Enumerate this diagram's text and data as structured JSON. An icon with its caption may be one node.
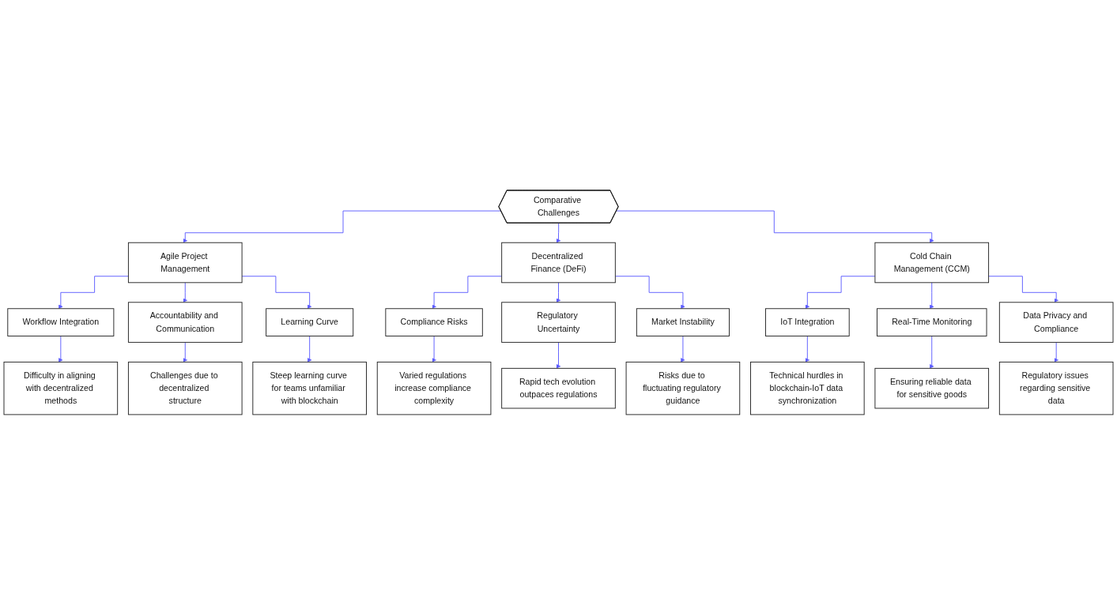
{
  "diagram": {
    "nodes": [
      {
        "text": [
          "Comparative Challenges"
        ]
      },
      {
        "text": [
          "Agile Project Management"
        ]
      },
      {
        "text": [
          "Decentralized Finance (DeFi)"
        ]
      },
      {
        "text": [
          "Cold Chain Management (CCM)"
        ]
      },
      {
        "text": [
          "Workflow Integration"
        ]
      },
      {
        "text": [
          "Difficulty in aligning with decentralized methods"
        ]
      },
      {
        "text": [
          "Accountability and Communication"
        ]
      },
      {
        "text": [
          "Challenges due to decentralized structure"
        ]
      },
      {
        "text": [
          "Learning Curve"
        ]
      },
      {
        "text": [
          "Steep learning curve for teams unfamiliar with blockchain"
        ]
      },
      {
        "text": [
          "Compliance Risks"
        ]
      },
      {
        "text": [
          "Varied regulations increase compliance complexity"
        ]
      },
      {
        "text": [
          "Regulatory Uncertainty"
        ]
      },
      {
        "text": [
          "Rapid tech evolution outpaces regulations"
        ]
      },
      {
        "text": [
          "Market Instability"
        ]
      },
      {
        "text": [
          "Risks due to fluctuating regulatory guidance"
        ]
      },
      {
        "text": [
          "IoT Integration"
        ]
      },
      {
        "text": [
          "Technical hurdles in blockchain-IoT data synchronization"
        ]
      },
      {
        "text": [
          "Real-Time Monitoring"
        ]
      },
      {
        "text": [
          "Ensuring reliable data for sensitive goods"
        ]
      },
      {
        "text": [
          "Data Privacy and Compliance"
        ]
      },
      {
        "text": [
          "Regulatory issues regarding sensitive data"
        ]
      }
    ],
    "edges": [
      {
        "from": 0,
        "to": 1,
        "arrow": "to"
      },
      {
        "from": 0,
        "to": 2,
        "arrow": "to"
      },
      {
        "from": 0,
        "to": 3,
        "arrow": "to"
      },
      {
        "from": 1,
        "to": 4,
        "arrow": "to"
      },
      {
        "from": 4,
        "to": 5,
        "arrow": "to"
      },
      {
        "from": 1,
        "to": 6,
        "arrow": "to"
      },
      {
        "from": 6,
        "to": 7,
        "arrow": "to"
      },
      {
        "from": 1,
        "to": 8,
        "arrow": "to"
      },
      {
        "from": 8,
        "to": 9,
        "arrow": "to"
      },
      {
        "from": 2,
        "to": 10,
        "arrow": "to"
      },
      {
        "from": 10,
        "to": 11,
        "arrow": "to"
      },
      {
        "from": 2,
        "to": 12,
        "arrow": "to"
      },
      {
        "from": 12,
        "to": 13,
        "arrow": "to"
      },
      {
        "from": 2,
        "to": 14,
        "arrow": "to"
      },
      {
        "from": 14,
        "to": 15,
        "arrow": "to"
      },
      {
        "from": 3,
        "to": 16,
        "arrow": "to"
      },
      {
        "from": 16,
        "to": 17,
        "arrow": "to"
      },
      {
        "from": 3,
        "to": 18,
        "arrow": "to"
      },
      {
        "from": 18,
        "to": 19,
        "arrow": "to"
      },
      {
        "from": 3,
        "to": 20,
        "arrow": "to"
      },
      {
        "from": 20,
        "to": 21,
        "arrow": "to"
      }
    ]
  }
}
